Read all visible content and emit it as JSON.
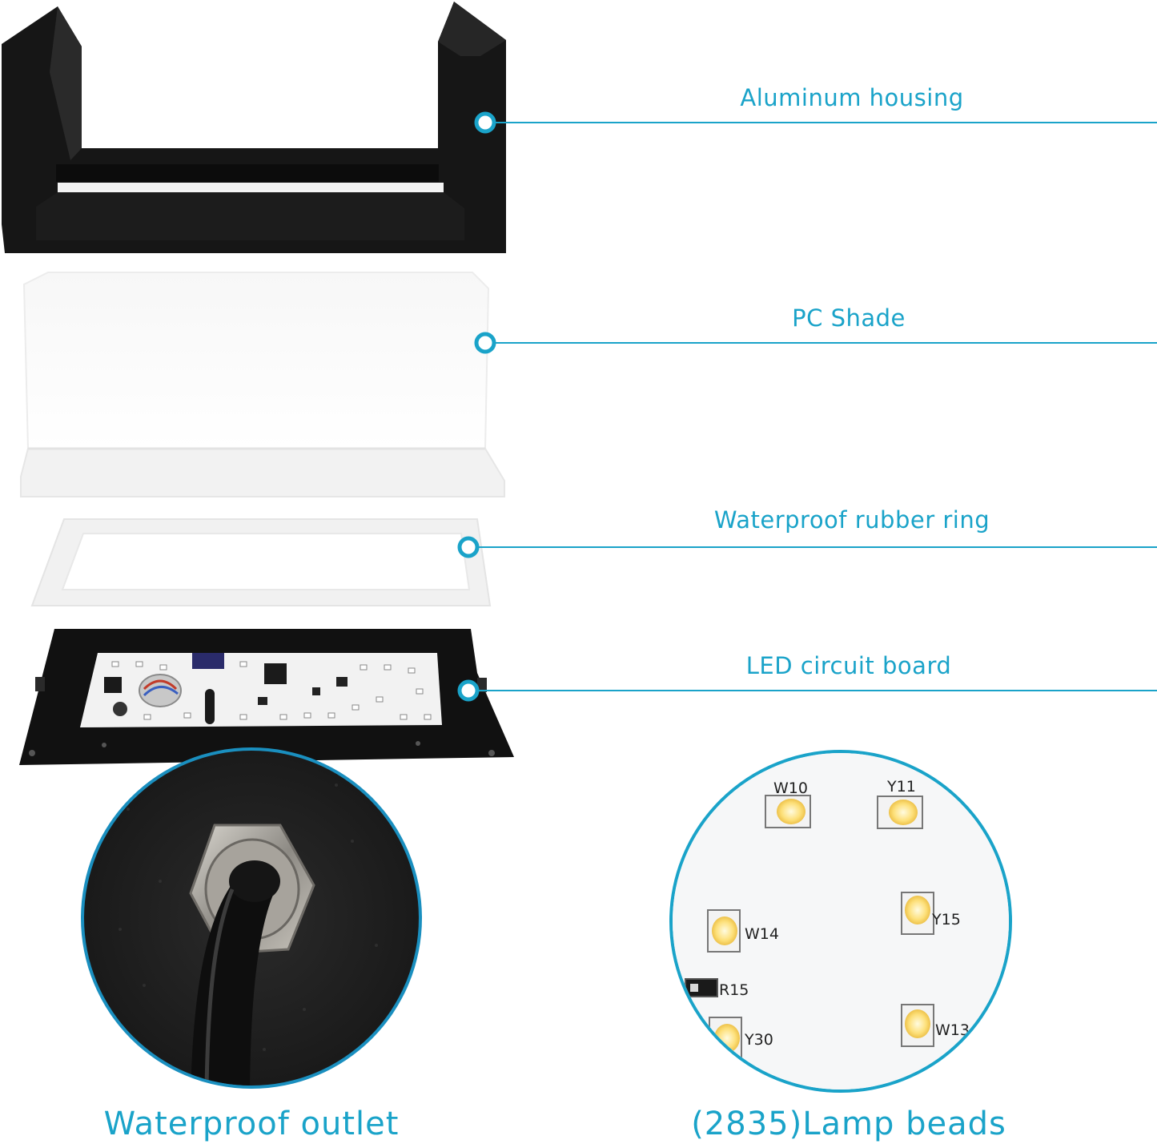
{
  "accent_color": "#1aa3c9",
  "labels": {
    "aluminum_housing": "Aluminum housing",
    "pc_shade": "PC Shade",
    "rubber_ring": "Waterproof rubber ring",
    "led_board": "LED circuit board",
    "waterproof_outlet": "Waterproof outlet",
    "lamp_beads": "(2835)Lamp beads"
  },
  "bead_labels": {
    "w10": "W10",
    "y11": "Y11",
    "w14": "W14",
    "y15": "Y15",
    "r15": "R15",
    "y30": "Y30",
    "w13": "W13"
  }
}
